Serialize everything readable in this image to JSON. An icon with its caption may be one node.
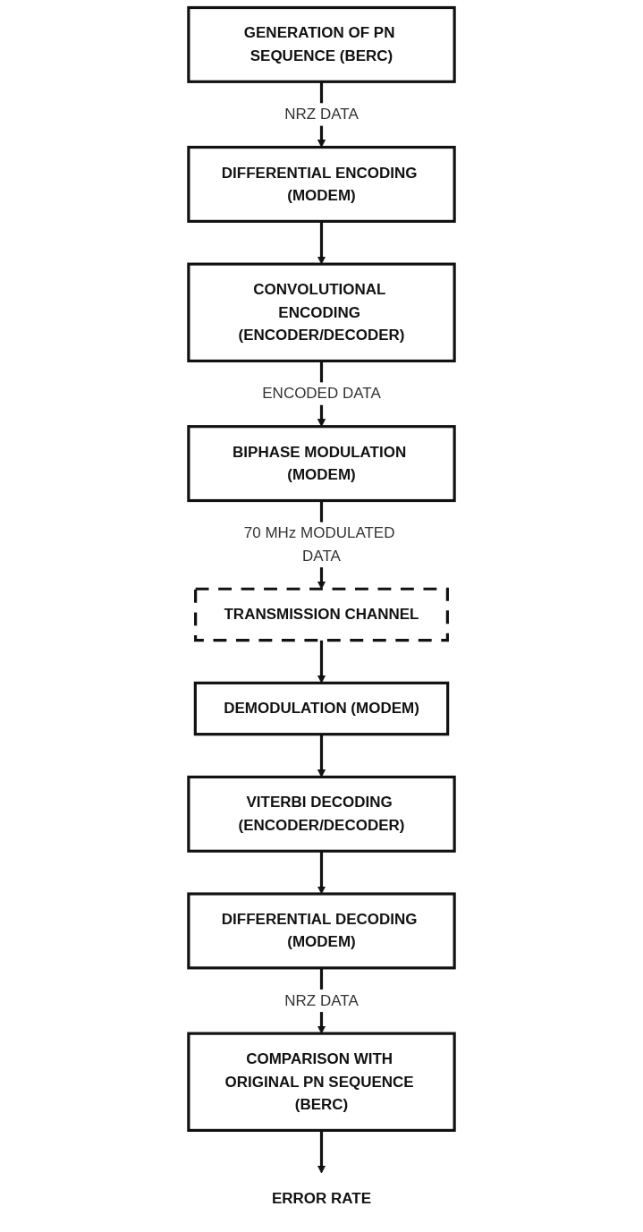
{
  "diagram": {
    "nodes": [
      {
        "text": [
          "GENERATION OF PN SEQUENCE (BERC)"
        ]
      },
      {
        "text": [
          "DIFFERENTIAL ENCODING (MODEM)"
        ]
      },
      {
        "text": [
          "CONVOLUTIONAL ENCODING (ENCODER/DECODER)"
        ]
      },
      {
        "text": [
          "BIPHASE MODULATION (MODEM)"
        ]
      },
      {
        "text": [
          "TRANSMISSION CHANNEL"
        ]
      },
      {
        "text": [
          "DEMODULATION (MODEM)"
        ]
      },
      {
        "text": [
          "VITERBI DECODING (ENCODER/DECODER)"
        ]
      },
      {
        "text": [
          "DIFFERENTIAL DECODING (MODEM)"
        ]
      },
      {
        "text": [
          "COMPARISON WITH ORIGINAL PN SEQUENCE (BERC)"
        ]
      },
      {
        "text": [
          "ERROR RATE"
        ]
      }
    ],
    "edges": [
      {
        "from": 0,
        "to": 1,
        "arrow": "to",
        "label": "NRZ DATA"
      },
      {
        "from": 1,
        "to": 2,
        "arrow": "to"
      },
      {
        "from": 2,
        "to": 3,
        "arrow": "to",
        "label": "ENCODED DATA"
      },
      {
        "from": 3,
        "to": 4,
        "arrow": "to",
        "label": "70 MHz MODULATED DATA"
      },
      {
        "from": 4,
        "to": 5,
        "arrow": "to"
      },
      {
        "from": 5,
        "to": 6,
        "arrow": "to"
      },
      {
        "from": 6,
        "to": 7,
        "arrow": "to"
      },
      {
        "from": 7,
        "to": 8,
        "arrow": "to",
        "label": "NRZ DATA"
      },
      {
        "from": 8,
        "to": 9,
        "arrow": "to"
      }
    ]
  }
}
